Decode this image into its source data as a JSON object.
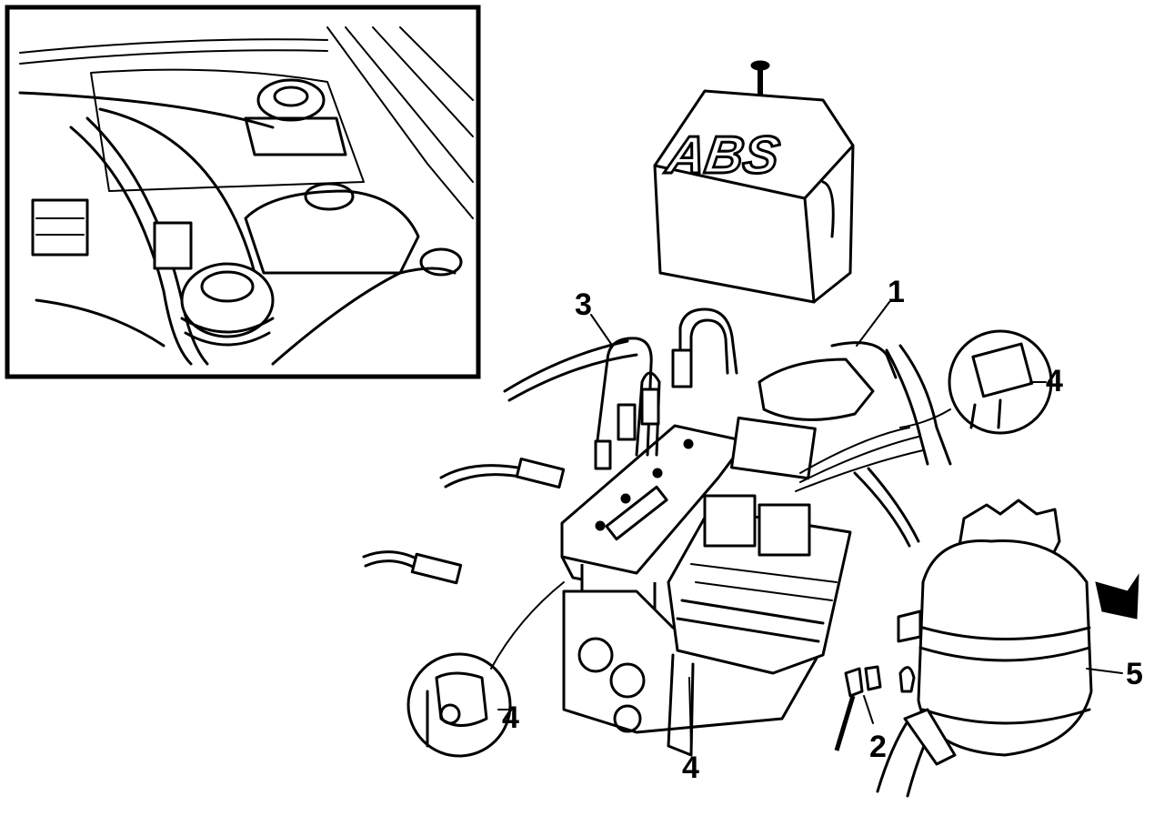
{
  "figure": {
    "cover_lettering": "ABS",
    "callouts": [
      "1",
      "2",
      "3",
      "4",
      "4",
      "4",
      "5"
    ]
  },
  "colors": {
    "ink": "#000000",
    "paper": "#ffffff"
  }
}
